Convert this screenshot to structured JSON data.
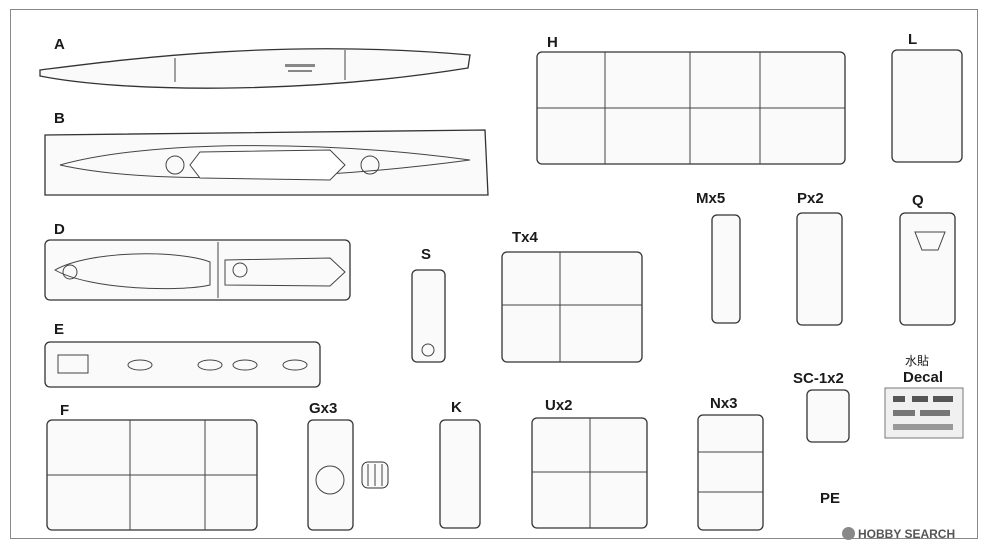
{
  "labels": {
    "A": "A",
    "B": "B",
    "D": "D",
    "E": "E",
    "F": "F",
    "Gx3": "Gx3",
    "S": "S",
    "K": "K",
    "Tx4": "Tx4",
    "Ux2": "Ux2",
    "H": "H",
    "Mx5": "Mx5",
    "Px2": "Px2",
    "Nx3": "Nx3",
    "L": "L",
    "Q": "Q",
    "SC1x2": "SC-1x2",
    "decal_cn": "水貼",
    "decal": "Decal",
    "PE": "PE"
  },
  "watermark": "HOBBY SEARCH"
}
